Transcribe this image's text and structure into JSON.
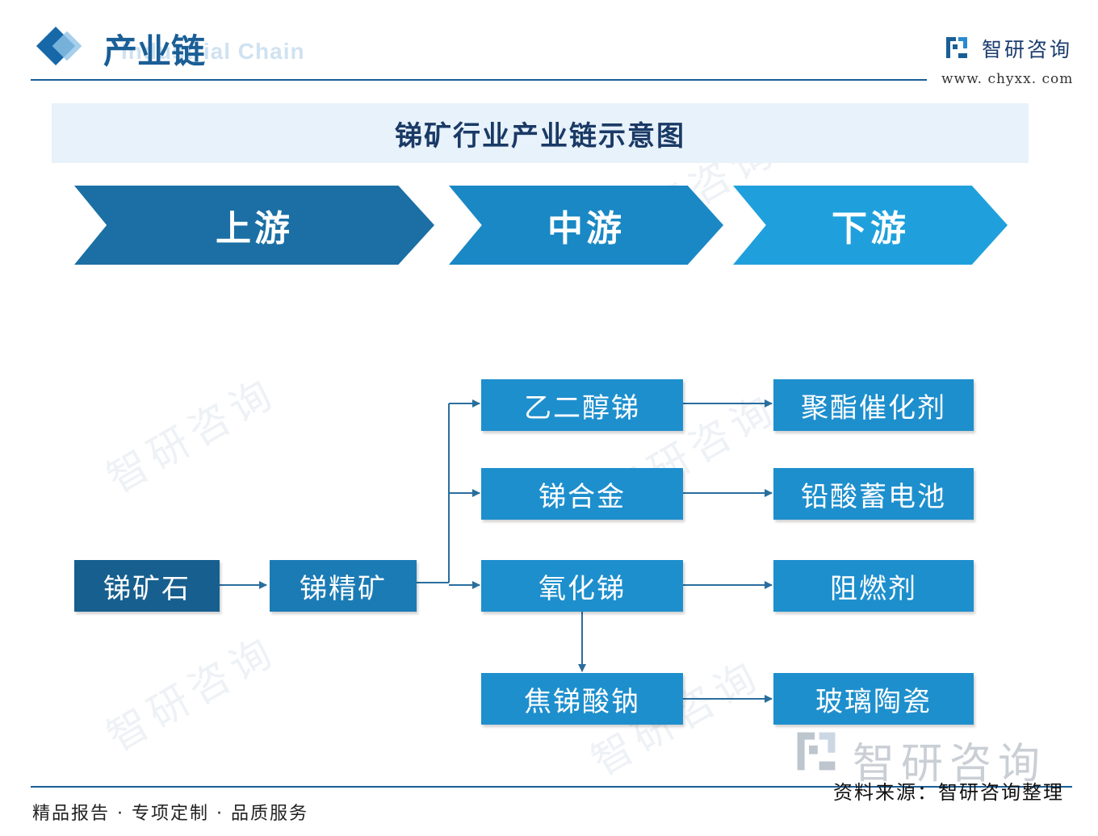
{
  "header": {
    "title": "产业链",
    "subtitle_en": "Industrial Chain",
    "brand_name": "智研咨询",
    "brand_url": "www. chyxx. com"
  },
  "diagram_title": "锑矿行业产业链示意图",
  "stages": {
    "upstream": "上游",
    "midstream": "中游",
    "downstream": "下游"
  },
  "nodes": {
    "antimony_ore": "锑矿石",
    "antimony_concentrate": "锑精矿",
    "antimony_glycol": "乙二醇锑",
    "antimony_alloy": "锑合金",
    "antimony_oxide": "氧化锑",
    "sodium_pyroantimonate": "焦锑酸钠",
    "polyester_catalyst": "聚酯催化剂",
    "lead_acid_battery": "铅酸蓄电池",
    "flame_retardant": "阻燃剂",
    "glass_ceramics": "玻璃陶瓷"
  },
  "footer": {
    "slogan": "精品报告 · 专项定制 · 品质服务",
    "source": "资料来源：智研咨询整理"
  },
  "watermark": {
    "text": "智研咨询"
  },
  "colors": {
    "brand_blue": "#1a5e96",
    "node_dark": "#175f8e",
    "node_mid": "#1b7bb5",
    "node_light": "#1e8fcd",
    "arrow_line": "#2a6e9e"
  }
}
